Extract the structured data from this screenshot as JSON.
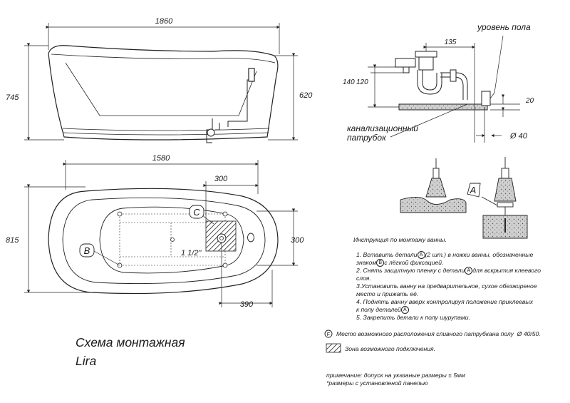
{
  "dimensions": {
    "side_length": "1860",
    "side_height": "745",
    "side_height_inner": "620",
    "top_length": "1580",
    "top_width": "815",
    "drain_zone_len": "300",
    "drain_zone_width": "300",
    "drain_offset": "390",
    "pipe_size": "1 1/2\"",
    "drain_dist": "135",
    "drain_h1": "140",
    "drain_h2": "120",
    "floor_gap": "20",
    "pipe_diam": "Ø 40"
  },
  "labels": {
    "floor_level": "уровень пола",
    "sewer_line1": "канализационный",
    "sewer_line2": "патрубок",
    "marker_a": "A",
    "marker_b": "B",
    "marker_c": "C",
    "marker_f": "F"
  },
  "instructions": {
    "title": "Инструкция по монтажу ванны.",
    "step1_a": "1. Вставить детали",
    "step1_b": "(2 шт.) в ножки ванны, обозначенные",
    "step1_c": "знаком",
    "step1_d": "с лёгкой фиксацией.",
    "step2_a": "2. Снять защитную пленку с детали",
    "step2_b": "для вскрытия клеевого",
    "step2_c": "слоя.",
    "step3_a": "3.Установить ванну на предварительное, сухое обезжиреное",
    "step3_b": "место и прижать её.",
    "step4_a": "4. Поднять ванну вверх контролируя положение приклеевых",
    "step4_b": "к полу деталей",
    "step5": "5. Закрепить детали      к полу шурупами."
  },
  "legend": {
    "drain_text": "Место возможного расположения сливного патрубкана полу",
    "drain_size": "Ø 40/50.",
    "zone_text": "Зона возможного подключения."
  },
  "title": {
    "line1": "Схема монтажная",
    "line2": "Lira"
  },
  "notes": {
    "line1": "примечание: допуск на указаные размеры ± 5мм",
    "line2": "*размеры с установленой панелью"
  }
}
